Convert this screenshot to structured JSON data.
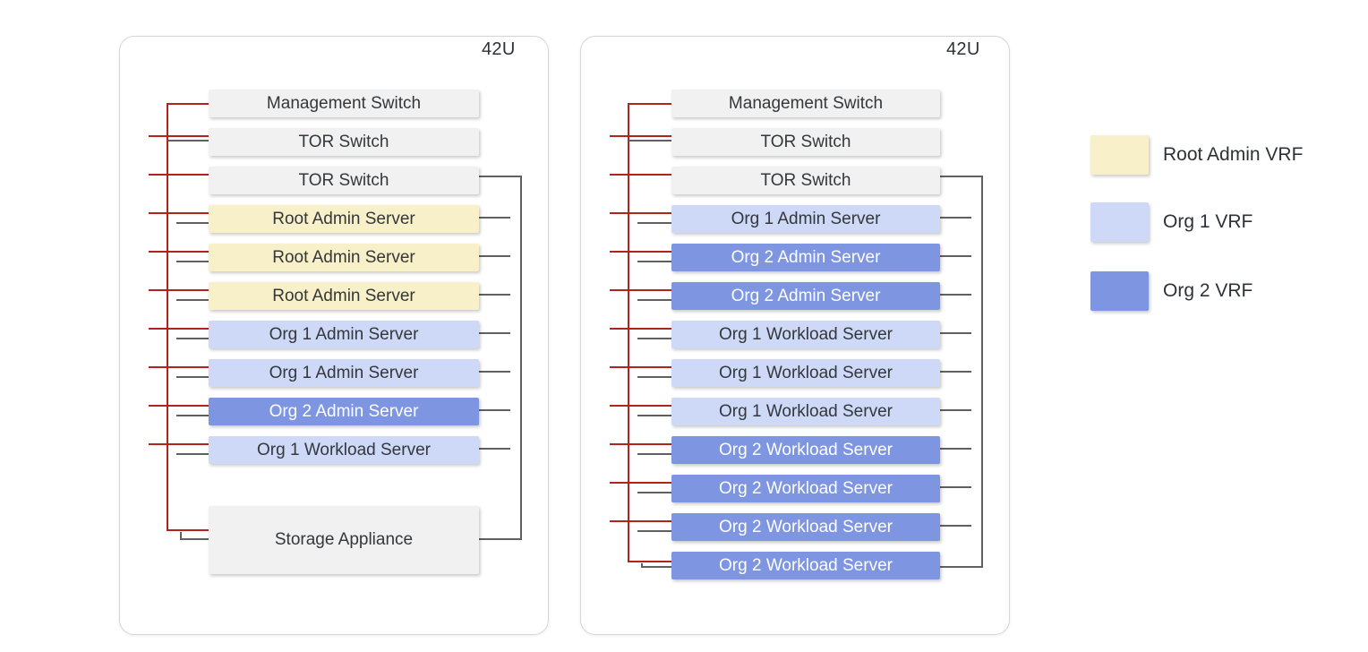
{
  "colors": {
    "root_admin_vrf": "#f8f0c8",
    "org1_vrf": "#cdd9f7",
    "org2_vrf": "#7e96e2",
    "switch_fill": "#f1f1f1",
    "management_line_red": "#b0241c",
    "data_line_gray": "#606060",
    "rack_border": "#d6d6d6",
    "text_dark": "#34373b",
    "text_light": "#ffffff"
  },
  "racks": [
    {
      "capacity_label": "42U",
      "units": [
        {
          "label": "Management Switch",
          "vrf": "none"
        },
        {
          "label": "TOR Switch",
          "vrf": "none"
        },
        {
          "label": "TOR Switch",
          "vrf": "none"
        },
        {
          "label": "Root Admin Server",
          "vrf": "root"
        },
        {
          "label": "Root Admin Server",
          "vrf": "root"
        },
        {
          "label": "Root Admin Server",
          "vrf": "root"
        },
        {
          "label": "Org 1 Admin Server",
          "vrf": "org1"
        },
        {
          "label": "Org 1 Admin Server",
          "vrf": "org1"
        },
        {
          "label": "Org 2 Admin Server",
          "vrf": "org2"
        },
        {
          "label": "Org 1 Workload Server",
          "vrf": "org1"
        },
        {
          "label": "Storage Appliance",
          "vrf": "none",
          "tall": true
        }
      ]
    },
    {
      "capacity_label": "42U",
      "units": [
        {
          "label": "Management Switch",
          "vrf": "none"
        },
        {
          "label": "TOR Switch",
          "vrf": "none"
        },
        {
          "label": "TOR Switch",
          "vrf": "none"
        },
        {
          "label": "Org 1 Admin Server",
          "vrf": "org1"
        },
        {
          "label": "Org 2 Admin Server",
          "vrf": "org2"
        },
        {
          "label": "Org 2 Admin Server",
          "vrf": "org2"
        },
        {
          "label": "Org 1 Workload Server",
          "vrf": "org1"
        },
        {
          "label": "Org 1 Workload Server",
          "vrf": "org1"
        },
        {
          "label": "Org 1 Workload Server",
          "vrf": "org1"
        },
        {
          "label": "Org 2 Workload Server",
          "vrf": "org2"
        },
        {
          "label": "Org 2 Workload Server",
          "vrf": "org2"
        },
        {
          "label": "Org 2 Workload Server",
          "vrf": "org2"
        },
        {
          "label": "Org 2 Workload Server",
          "vrf": "org2"
        }
      ]
    }
  ],
  "legend": [
    {
      "label": "Root Admin VRF",
      "vrf": "root"
    },
    {
      "label": "Org 1 VRF",
      "vrf": "org1"
    },
    {
      "label": "Org 2 VRF",
      "vrf": "org2"
    }
  ]
}
